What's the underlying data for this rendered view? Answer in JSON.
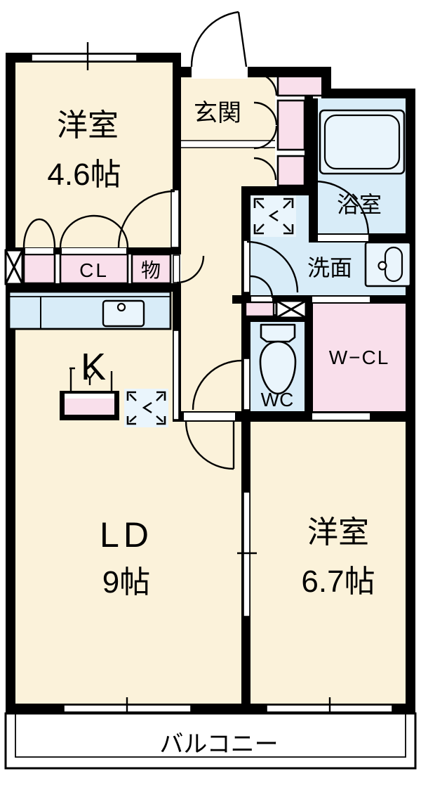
{
  "colors": {
    "wall": "#000000",
    "floor_cream": "#FBF2DA",
    "closet_pink": "#F9DFEB",
    "water_blue": "#D8ECF8",
    "fixture_blue": "#EAF5FC",
    "balcony_white": "#FFFFFF"
  },
  "rooms": {
    "western_room_1": {
      "label": "洋室",
      "size": "4.6帖"
    },
    "entrance": {
      "label": "玄関"
    },
    "bathroom": {
      "label": "浴室"
    },
    "washroom": {
      "label": "洗面"
    },
    "closet": {
      "label": "CL"
    },
    "storage": {
      "label": "物"
    },
    "kitchen": {
      "label": "K"
    },
    "toilet": {
      "label": "WC"
    },
    "walk_in_closet": {
      "label": "W−CL"
    },
    "living_dining": {
      "label": "LD",
      "size": "9帖"
    },
    "western_room_2": {
      "label": "洋室",
      "size": "6.7帖"
    },
    "balcony": {
      "label": "バルコニー"
    }
  }
}
